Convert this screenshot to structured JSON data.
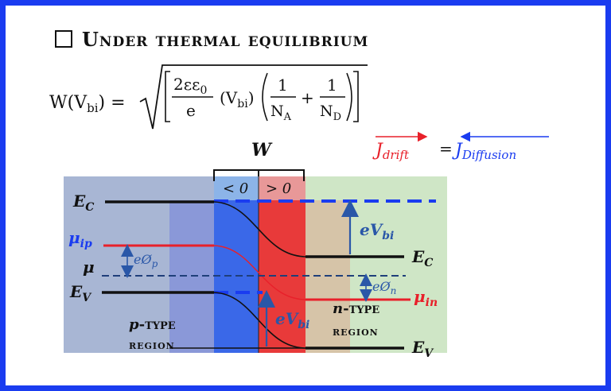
{
  "slide": {
    "title": "Under thermal equilibrium"
  },
  "formula": {
    "lhs": "W(V",
    "lhs_sub": "bi",
    "lhs_close": ") =",
    "numerator": "2εε",
    "numerator_sub": "0",
    "denominator": "e",
    "vbi": "(V",
    "vbi_sub": "bi",
    "vbi_close": ")",
    "one_a": "1",
    "na": "N",
    "na_sub": "A",
    "plus": "+",
    "one_d": "1",
    "nd": "N",
    "nd_sub": "D"
  },
  "currents": {
    "drift": "J",
    "drift_sub": "drift",
    "equals": "=",
    "diffusion": "J",
    "diffusion_sub": "Diffusion"
  },
  "diagram": {
    "width_label": "W",
    "neg_label": "< 0",
    "pos_label": "> 0",
    "ec_left": "E",
    "ec_left_sub": "C",
    "mu_ip": "μ",
    "mu_ip_sub": "ip",
    "mu": "μ",
    "ev_left": "E",
    "ev_left_sub": "V",
    "phi_p": "eØ",
    "phi_p_sub": "p",
    "p_type_a": "p",
    "p_type_b": "-type",
    "p_region": "region",
    "evbi_top": "eV",
    "evbi_top_sub": "bi",
    "evbi_bottom": "eV",
    "evbi_bottom_sub": "bi",
    "ec_right": "E",
    "ec_right_sub": "C",
    "phi_n": "eØ",
    "phi_n_sub": "n",
    "mu_in": "μ",
    "mu_in_sub": "in",
    "n_type_a": "n",
    "n_type_b": "-type",
    "n_region": "region",
    "ev_right": "E",
    "ev_right_sub": "V"
  },
  "colors": {
    "frame": "#1a3cf0",
    "p_region": "#a8b6d4",
    "n_region": "#cfe6c6",
    "depletion_neg": "#3a68e8",
    "depletion_pos": "#e83a3a",
    "fermi_line": "#1f3f7a",
    "drift_text": "#e8202a",
    "diffusion_text": "#1a3cf0"
  }
}
